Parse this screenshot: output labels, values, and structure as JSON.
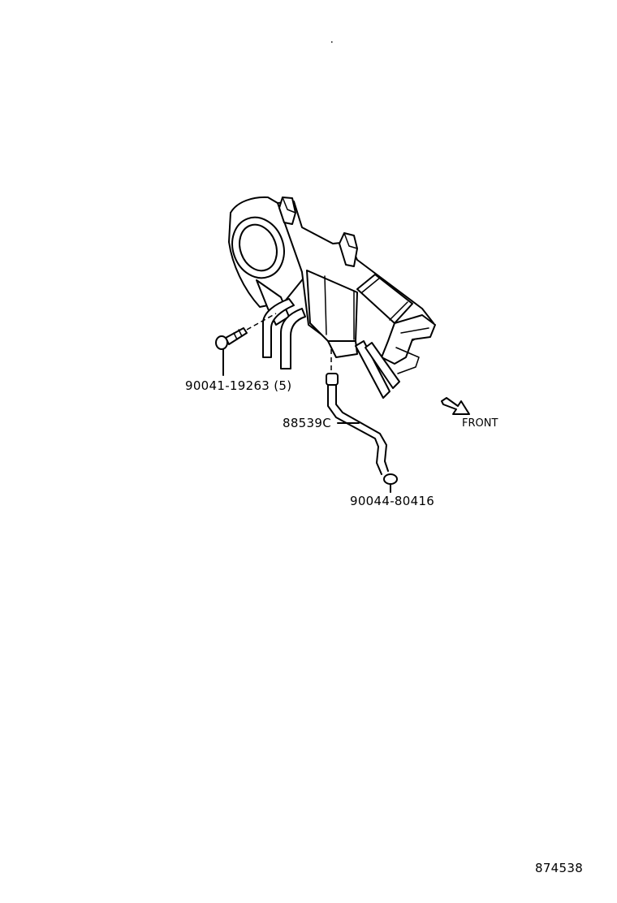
{
  "diagram": {
    "type": "parts-exploded-view",
    "subject": "heater / air conditioning unit with drain hose",
    "callouts": [
      {
        "id": "bolt",
        "part_number": "90041-19263 (5)",
        "description": "flange bolt, quantity 5"
      },
      {
        "id": "drain-hose",
        "part_number": "88539C",
        "description": "drain hose"
      },
      {
        "id": "grommet",
        "part_number": "90044-80416",
        "description": "grommet / clamp"
      }
    ],
    "direction_indicator": {
      "label": "FRONT"
    },
    "figure_number": "874538"
  }
}
